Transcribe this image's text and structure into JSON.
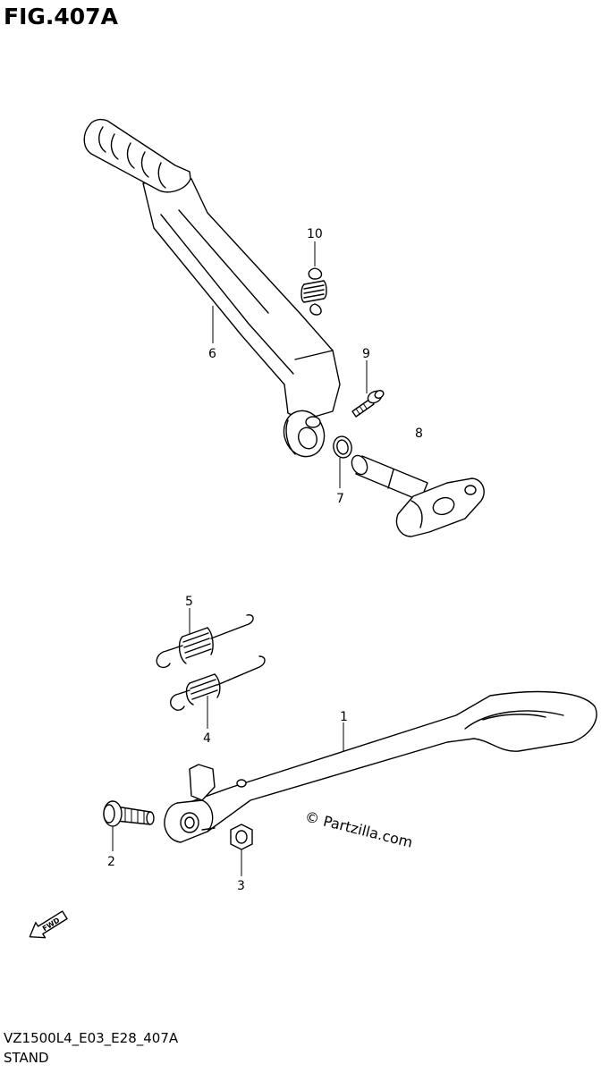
{
  "figure": {
    "title": "FIG.407A",
    "code": "VZ1500L4_E03_E28_407A",
    "name": "STAND"
  },
  "callouts": [
    "1",
    "2",
    "3",
    "4",
    "5",
    "6",
    "7",
    "8",
    "9",
    "10"
  ],
  "watermark": "© Partzilla.com",
  "direction_arrow": {
    "label": "FWD",
    "icon": "fwd-arrow-icon"
  }
}
